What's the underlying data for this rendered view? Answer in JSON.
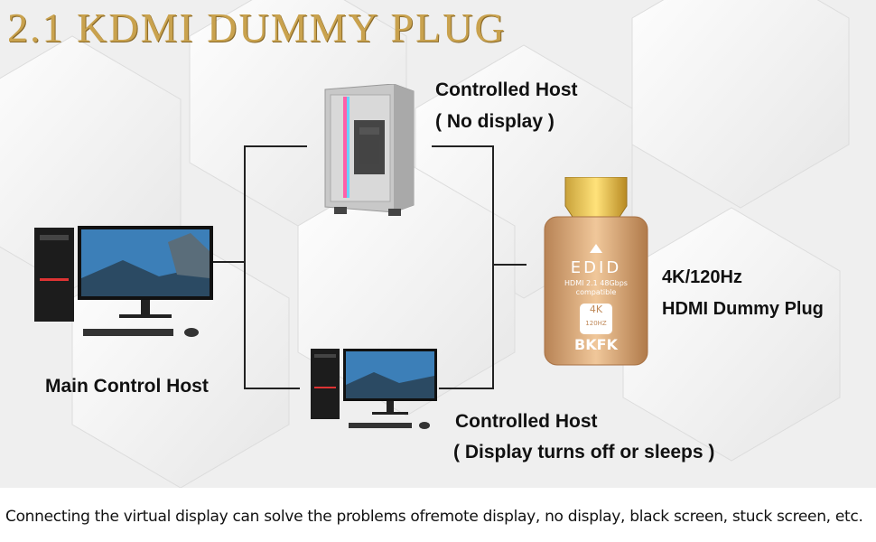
{
  "title": "2.1 KDMI DUMMY PLUG",
  "labels": {
    "controlled_host_top": "Controlled Host",
    "controlled_host_top_sub": "( No display )",
    "main_control_host": "Main Control Host",
    "controlled_host_bottom": "Controlled Host",
    "controlled_host_bottom_sub": "( Display turns off or sleeps )",
    "plug_spec": "4K/120Hz",
    "plug_name": "HDMI Dummy Plug"
  },
  "plug": {
    "edid": "EDID",
    "hdmi_line1": "HDMI 2.1 48Gbps",
    "hdmi_line2": "compatible",
    "badge_top": "4K",
    "badge_bottom": "120HZ",
    "brand": "BKFK"
  },
  "caption": "Connecting the virtual display can solve the problems ofremote display, no display, black screen, stuck screen, etc.",
  "colors": {
    "title_gold": "#c9a24e",
    "plug_gold": "#d9a777",
    "text": "#111111"
  }
}
